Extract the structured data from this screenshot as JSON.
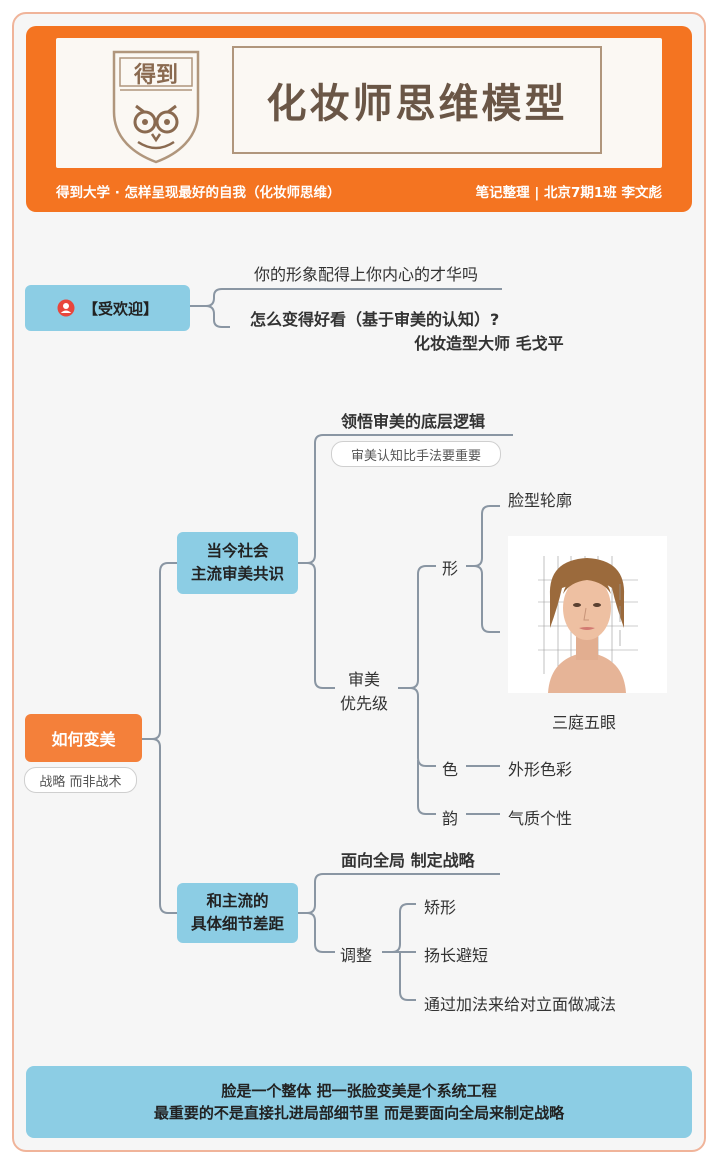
{
  "header": {
    "logo_text": "得到",
    "title": "化妆师思维模型",
    "left_caption": "得到大学 · 怎样呈现最好的自我（化妆师思维）",
    "right_caption": "笔记整理 | 北京7期1班 李文彪"
  },
  "branch1": {
    "label": "【受欢迎】",
    "line1": "你的形象配得上你内心的才华吗",
    "line2": "怎么变得好看（基于审美的认知）?",
    "line3": "化妆造型大师 毛戈平"
  },
  "root": {
    "label": "如何变美",
    "note": "战略 而非战术"
  },
  "consensus": {
    "label_line1": "当今社会",
    "label_line2": "主流审美共识",
    "logic_title": "领悟审美的底层逻辑",
    "logic_note": "审美认知比手法要重要",
    "priority_line1": "审美",
    "priority_line2": "优先级",
    "shape": "形",
    "face_outline": "脸型轮廓",
    "three_five": "三庭五眼",
    "color": "色",
    "color_detail": "外形色彩",
    "charm": "韵",
    "charm_detail": "气质个性"
  },
  "gap": {
    "label_line1": "和主流的",
    "label_line2": "具体细节差距",
    "strategy": "面向全局 制定战略",
    "adjust": "调整",
    "item1": "矫形",
    "item2": "扬长避短",
    "item3": "通过加法来给对立面做减法"
  },
  "footer": {
    "line1": "脸是一个整体 把一张脸变美是个系统工程",
    "line2": "最重要的不是直接扎进局部细节里 而是要面向全局来制定战略"
  },
  "colors": {
    "header_orange": "#f47421",
    "node_blue": "#8ccde4",
    "node_orange": "#f4803a",
    "line_gray": "#8a96a3",
    "title_brown": "#6a5646"
  }
}
